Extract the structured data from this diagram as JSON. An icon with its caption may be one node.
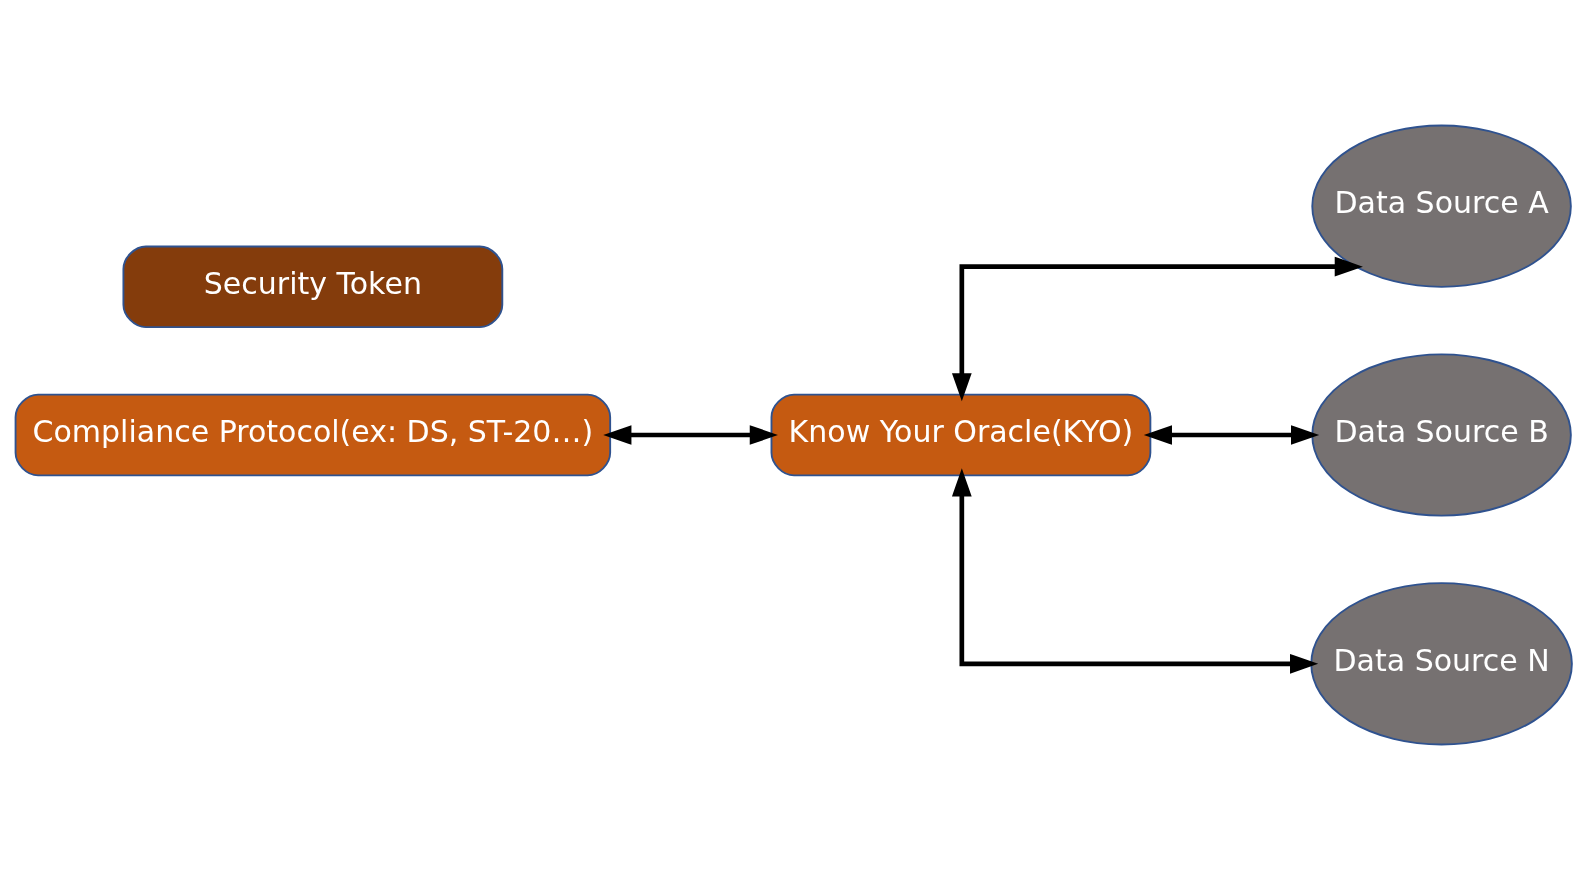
{
  "diagram": {
    "nodes": [
      {
        "text": [
          "Security Token"
        ]
      },
      {
        "text": [
          "Compliance Protocol(ex: DS, ST-20…)"
        ]
      },
      {
        "text": [
          "Know Your Oracle(KYO)"
        ]
      },
      {
        "text": [
          "Data Source A"
        ]
      },
      {
        "text": [
          "Data Source B"
        ]
      },
      {
        "text": [
          "Data Source N"
        ]
      }
    ],
    "edges": [
      {
        "from": 1,
        "to": 2,
        "arrow": "both"
      },
      {
        "from": 2,
        "to": 3,
        "arrow": "both"
      },
      {
        "from": 2,
        "to": 4,
        "arrow": "both"
      },
      {
        "from": 2,
        "to": 5,
        "arrow": "both"
      }
    ]
  }
}
